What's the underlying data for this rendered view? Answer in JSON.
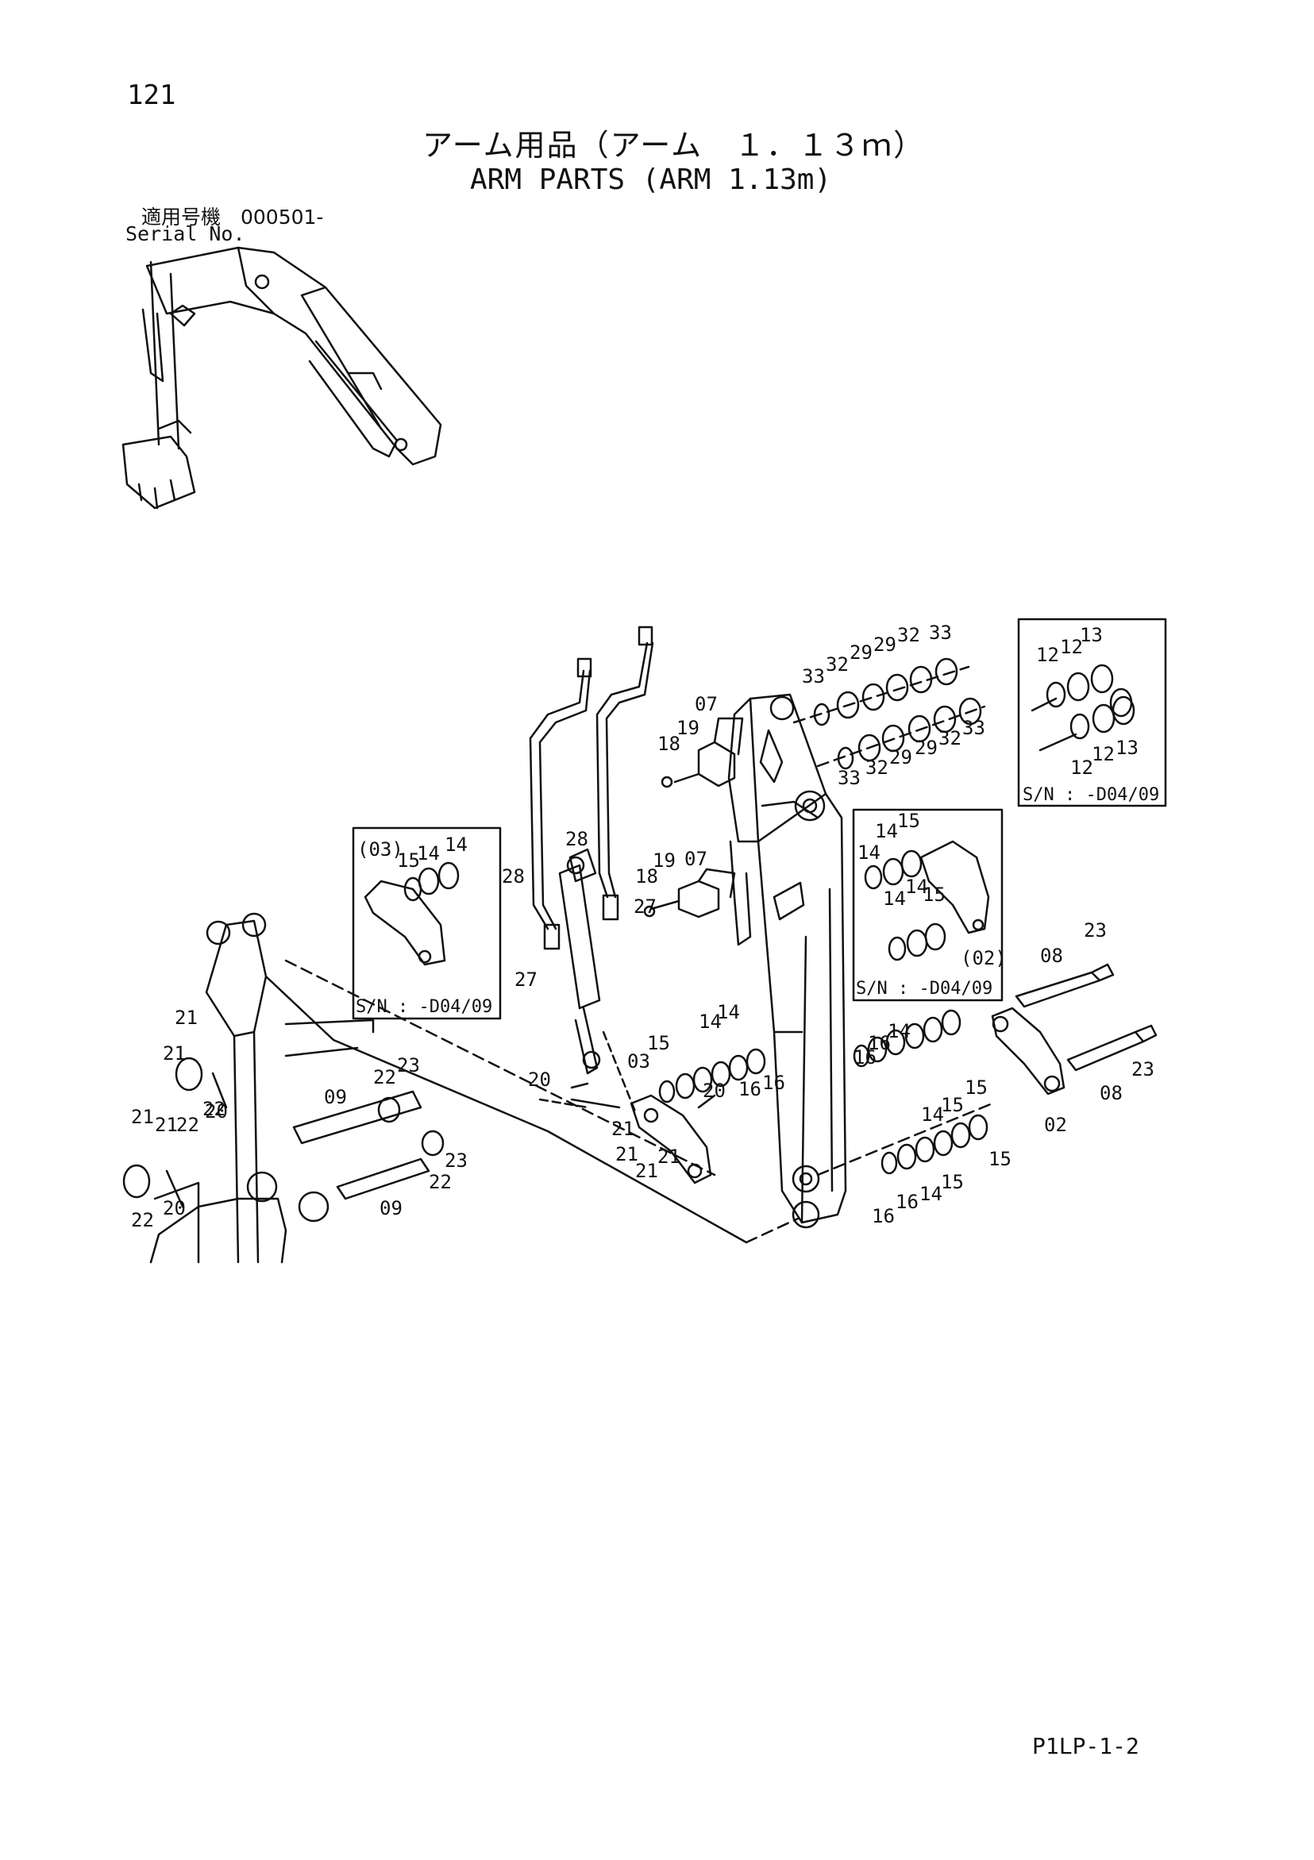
{
  "page": {
    "number": "121",
    "title_jp": "アーム用品（アーム　１．１３ｍ）",
    "title_en": "ARM PARTS (ARM 1.13m)",
    "serial_label_jp": "適用号機　000501-",
    "serial_label_en": "Serial No.",
    "code": "P1LP-1-2"
  },
  "insets": {
    "left_caption": "S/N : -D04/09",
    "mid_caption": "S/N : -D04/09",
    "topright_caption": "S/N : -D04/09",
    "left_ref": "(03)",
    "mid_ref": "(02)"
  },
  "callouts": {
    "c01": "33",
    "c02": "32",
    "c03": "29",
    "c04": "29",
    "c05": "32",
    "c06": "33",
    "c07": "33",
    "c08": "32",
    "c09": "29",
    "c10": "29",
    "c11": "32",
    "c12": "33",
    "c13": "07",
    "c14": "19",
    "c15": "18",
    "c16": "07",
    "c17": "19",
    "c18": "18",
    "c19": "28",
    "c20": "28",
    "c21": "27",
    "c22": "27",
    "c23": "12",
    "c24": "12",
    "c25": "13",
    "c26": "12",
    "c27": "12",
    "c28": "13",
    "c29": "14",
    "c30": "15",
    "c31": "14",
    "c32": "14",
    "c33": "14",
    "c34": "15",
    "c35": "15",
    "c36": "14",
    "c37": "14",
    "c38": "08",
    "c39": "23",
    "c40": "23",
    "c41": "08",
    "c42": "02",
    "c43": "16",
    "c44": "16",
    "c45": "14",
    "c46": "14",
    "c47": "15",
    "c48": "15",
    "c49": "16",
    "c50": "16",
    "c51": "14",
    "c52": "15",
    "c53": "15",
    "c54": "03",
    "c55": "15",
    "c56": "14",
    "c57": "14",
    "c58": "16",
    "c59": "16",
    "c60": "20",
    "c61": "20",
    "c62": "21",
    "c63": "21",
    "c64": "21",
    "c65": "21",
    "c66": "21",
    "c67": "21",
    "c68": "22",
    "c69": "20",
    "c70": "21",
    "c71": "21",
    "c72": "22",
    "c73": "22",
    "c74": "20",
    "c75": "09",
    "c76": "09",
    "c77": "22",
    "c78": "23",
    "c79": "23",
    "c80": "22"
  }
}
